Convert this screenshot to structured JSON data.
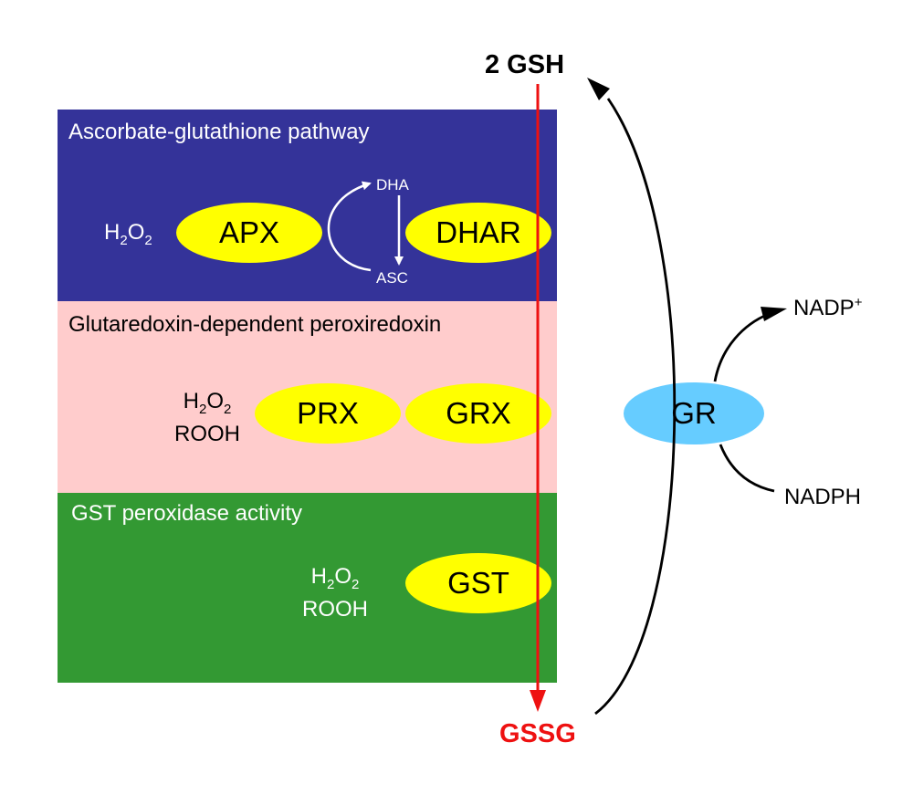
{
  "colors": {
    "ascorbate_bg": "#343399",
    "grx_bg": "#ffcccc",
    "gst_bg": "#339933",
    "enzyme_fill": "#ffff00",
    "gr_fill": "#66ccff",
    "gssg_red": "#ee1111"
  },
  "panels": {
    "ascorbate": {
      "title": "Ascorbate-glutathione pathway",
      "substrate": {
        "h": "H",
        "sub1": "2",
        "o": "O",
        "sub2": "2"
      },
      "enzyme_1": "APX",
      "enzyme_2": "DHAR",
      "cycle_top": "DHA",
      "cycle_bottom": "ASC"
    },
    "grx": {
      "title": "Glutaredoxin-dependent peroxiredoxin",
      "substrate": {
        "h": "H",
        "sub1": "2",
        "o": "O",
        "sub2": "2",
        "line2": "ROOH"
      },
      "enzyme_1": "PRX",
      "enzyme_2": "GRX"
    },
    "gst": {
      "title": "GST peroxidase activity",
      "substrate": {
        "h": "H",
        "sub1": "2",
        "o": "O",
        "sub2": "2",
        "line2": "ROOH"
      },
      "enzyme_1": "GST"
    }
  },
  "glutathione": {
    "reduced": "2 GSH",
    "oxidized": "GSSG"
  },
  "reductase": {
    "enzyme": "GR",
    "cofactor_in": "NADPH",
    "cofactor_out": {
      "base": "NADP",
      "charge": "+"
    }
  },
  "icons": [
    "arrow-head-icon"
  ]
}
